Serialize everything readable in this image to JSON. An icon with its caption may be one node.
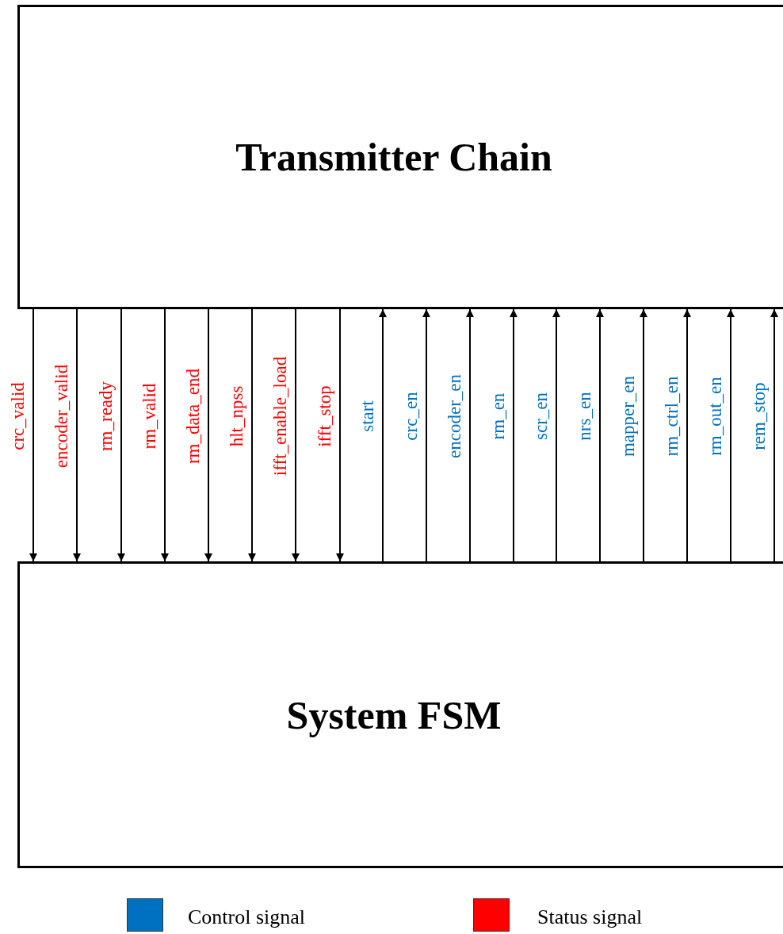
{
  "diagram": {
    "nodes": [
      {
        "text": [
          "Transmitter Chain"
        ]
      },
      {
        "text": [
          "System FSM"
        ]
      }
    ],
    "edges": [
      {
        "from": 0,
        "to": 1,
        "arrow": "to",
        "label": "crc_valid"
      },
      {
        "from": 0,
        "to": 1,
        "arrow": "to",
        "label": "encoder_valid"
      },
      {
        "from": 0,
        "to": 1,
        "arrow": "to",
        "label": "rm_ready"
      },
      {
        "from": 0,
        "to": 1,
        "arrow": "to",
        "label": "rm_valid"
      },
      {
        "from": 0,
        "to": 1,
        "arrow": "to",
        "label": "rm_data_end"
      },
      {
        "from": 0,
        "to": 1,
        "arrow": "to",
        "label": "hlt_npss"
      },
      {
        "from": 0,
        "to": 1,
        "arrow": "to",
        "label": "ifft_enable_load"
      },
      {
        "from": 0,
        "to": 1,
        "arrow": "to",
        "label": "ifft_stop"
      },
      {
        "from": 1,
        "to": 0,
        "arrow": "to",
        "label": "start"
      },
      {
        "from": 1,
        "to": 0,
        "arrow": "to",
        "label": "crc_en"
      },
      {
        "from": 1,
        "to": 0,
        "arrow": "to",
        "label": "encoder_en"
      },
      {
        "from": 1,
        "to": 0,
        "arrow": "to",
        "label": "rm_en"
      },
      {
        "from": 1,
        "to": 0,
        "arrow": "to",
        "label": "scr_en"
      },
      {
        "from": 1,
        "to": 0,
        "arrow": "to",
        "label": "nrs_en"
      },
      {
        "from": 1,
        "to": 0,
        "arrow": "to",
        "label": "mapper_en"
      },
      {
        "from": 1,
        "to": 0,
        "arrow": "to",
        "label": "rm_ctrl_en"
      },
      {
        "from": 1,
        "to": 0,
        "arrow": "to",
        "label": "rm_out_en"
      },
      {
        "from": 1,
        "to": 0,
        "arrow": "to",
        "label": "rem_stop"
      }
    ],
    "legend": [
      {
        "text": "Control signal",
        "color": "#0070c0"
      },
      {
        "text": "Status signal",
        "color": "#ff0000"
      }
    ]
  }
}
